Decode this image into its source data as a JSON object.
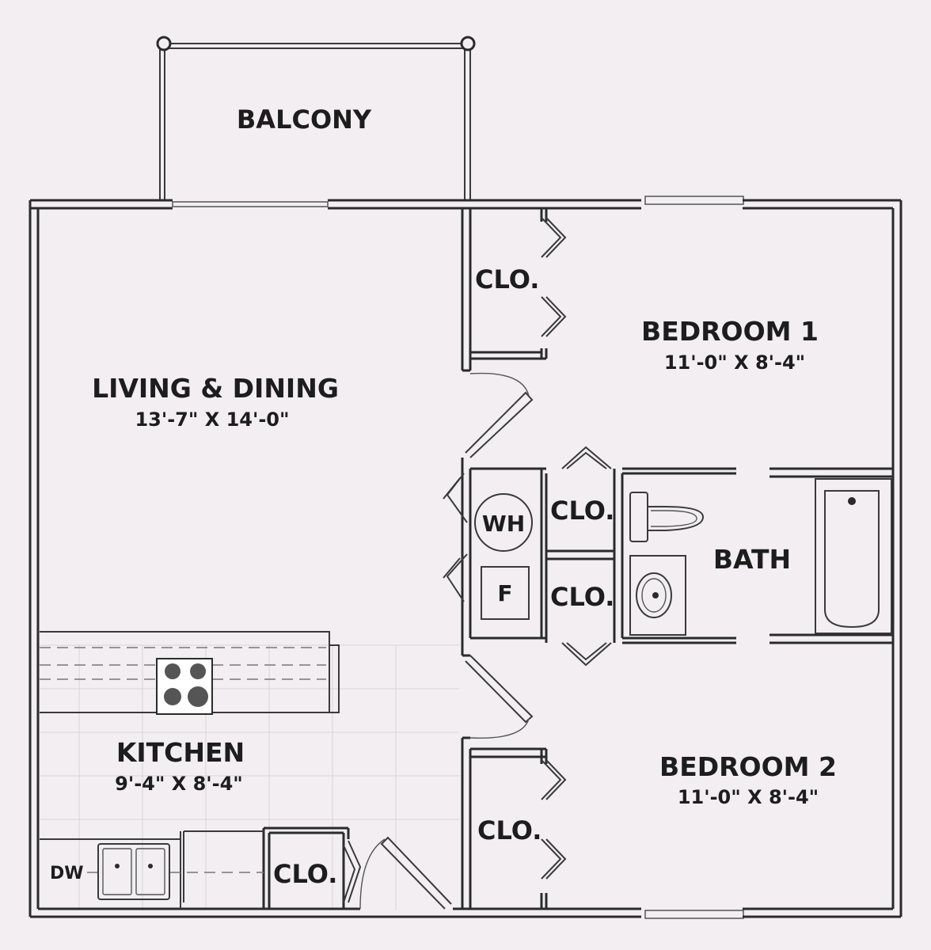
{
  "rooms": {
    "balcony": {
      "name": "BALCONY"
    },
    "living_dining": {
      "name": "LIVING & DINING",
      "size": "13'-7\" X 14'-0\""
    },
    "bedroom_1": {
      "name": "BEDROOM 1",
      "size": "11'-0\" X 8'-4\""
    },
    "bedroom_2": {
      "name": "BEDROOM 2",
      "size": "11'-0\" X 8'-4\""
    },
    "kitchen": {
      "name": "KITCHEN",
      "size": "9'-4\" X 8'-4\""
    },
    "bath": {
      "name": "BATH"
    }
  },
  "closets": {
    "bedroom_1": "CLO.",
    "hall_upper": "CLO.",
    "hall_lower": "CLO.",
    "bedroom_2": "CLO.",
    "kitchen": "CLO."
  },
  "fixtures": {
    "water_heater": "WH",
    "furnace": "F",
    "dishwasher": "DW"
  },
  "colors": {
    "background": "#f2eef1",
    "wall": "#2b2b2b"
  }
}
